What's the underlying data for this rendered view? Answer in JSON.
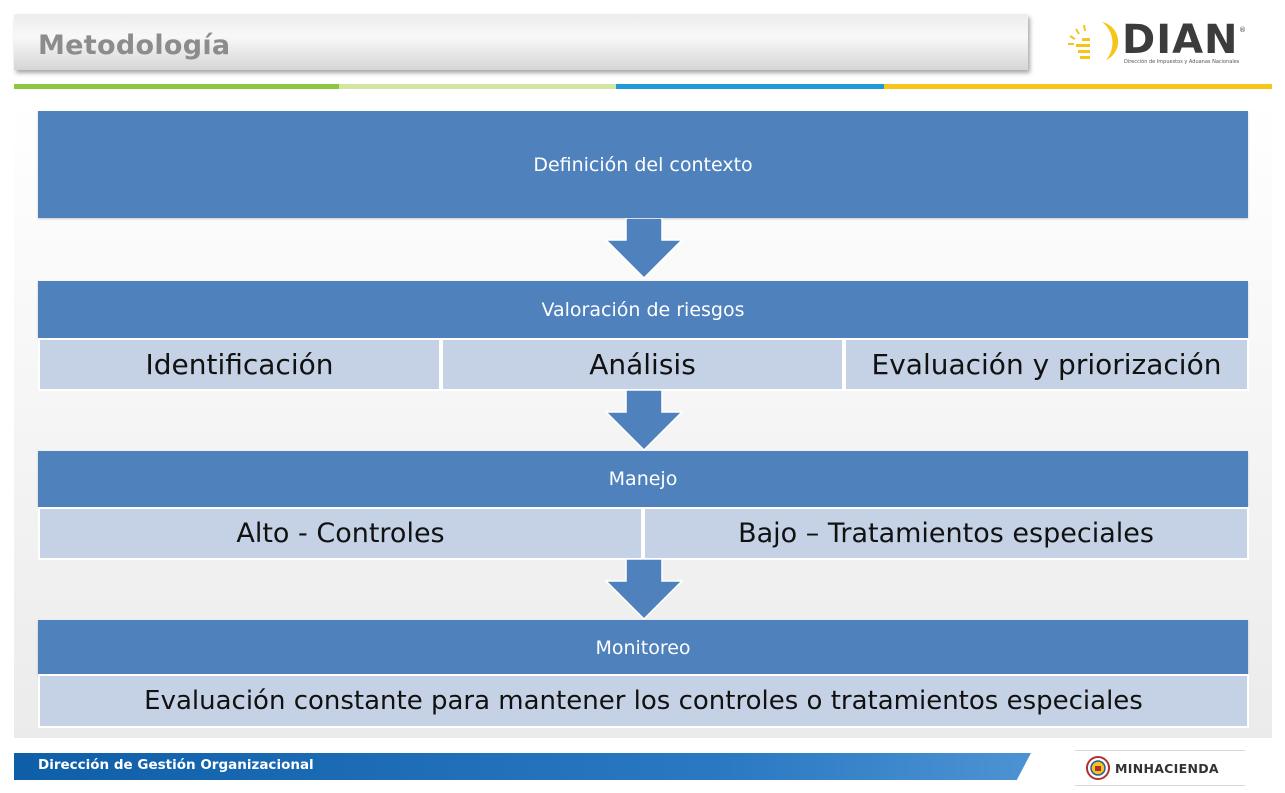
{
  "header": {
    "title": "Metodología",
    "logo_text": "DIAN",
    "logo_reg": "®",
    "logo_subtitle": "Dirección de Impuestos y Aduanas Nacionales"
  },
  "colors": {
    "band_blue": "#4f81bd",
    "cell_light_blue": "#c5d2e6",
    "stripe_green": "#8dc63f",
    "stripe_light_green": "#d3e5a0",
    "stripe_blue": "#1f9ad6",
    "stripe_yellow": "#f5c51a",
    "footer_blue": "#1f6fb8"
  },
  "diagram": {
    "stages": [
      {
        "label": "Definición del contexto",
        "items": []
      },
      {
        "label": "Valoración de riesgos",
        "items": [
          "Identificación",
          "Análisis",
          "Evaluación y priorización"
        ]
      },
      {
        "label": "Manejo",
        "items": [
          "Alto - Controles",
          "Bajo – Tratamientos especiales"
        ]
      },
      {
        "label": "Monitoreo",
        "items": [
          "Evaluación constante para mantener los controles o tratamientos especiales"
        ]
      }
    ]
  },
  "footer": {
    "text": "Dirección de Gestión Organizacional",
    "ministry": "MINHACIENDA"
  }
}
